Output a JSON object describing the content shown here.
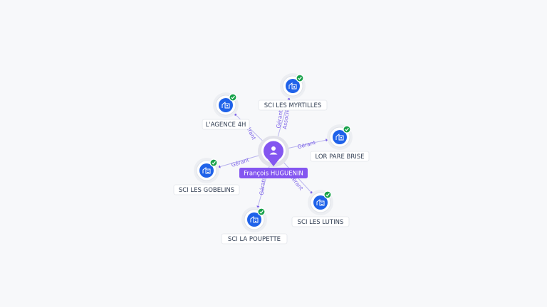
{
  "graph": {
    "center": {
      "name": "François HUGUENIN",
      "icon": "person-icon"
    },
    "nodes": [
      {
        "id": "myrtilles",
        "name": "SCI LES MYRTILLES",
        "icon": "building-icon",
        "status": "verified-check-icon",
        "edges": [
          "Gérant",
          "Associé"
        ]
      },
      {
        "id": "agence",
        "name": "L'AGENCE 4H",
        "icon": "building-icon",
        "status": "verified-check-icon",
        "edges": [
          "Gérant"
        ]
      },
      {
        "id": "lorpare",
        "name": "LOR PARE BRISE",
        "icon": "building-icon",
        "status": "verified-check-icon",
        "edges": [
          "Gérant"
        ]
      },
      {
        "id": "gobelins",
        "name": "SCI LES GOBELINS",
        "icon": "building-icon",
        "status": "verified-check-icon",
        "edges": [
          "Gérant"
        ]
      },
      {
        "id": "lutins",
        "name": "SCI LES LUTINS",
        "icon": "building-icon",
        "status": "verified-check-icon",
        "edges": [
          "Gérant"
        ]
      },
      {
        "id": "poupette",
        "name": "SCI LA POUPETTE",
        "icon": "building-icon",
        "status": "verified-check-icon",
        "edges": [
          "Gérant"
        ]
      }
    ],
    "colors": {
      "center": "#8456f0",
      "company": "#1f62e9",
      "verified": "#17a14a",
      "edge_label": "#7b61e8",
      "edge_line": "#b9b4ee"
    }
  }
}
